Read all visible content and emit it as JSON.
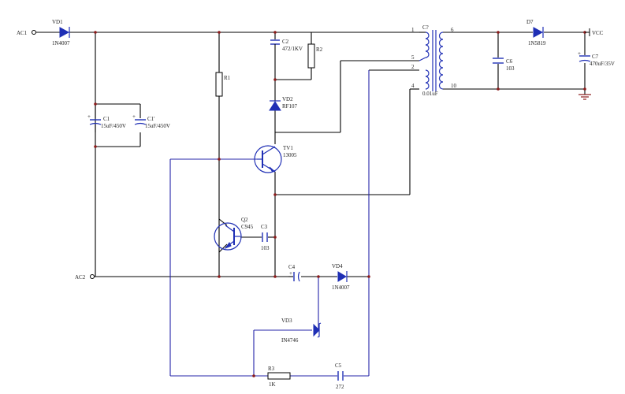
{
  "terminals": {
    "ac1": "AC1",
    "ac2": "AC2",
    "vcc": "VCC"
  },
  "vd1": {
    "ref": "VD1",
    "value": "1N4007"
  },
  "c1": {
    "ref": "C1",
    "value": "15uF/450V"
  },
  "c1p": {
    "ref": "C1'",
    "value": "15uF/450V"
  },
  "r1": {
    "ref": "R1"
  },
  "c2": {
    "ref": "C2",
    "value": "472/1KV"
  },
  "r2": {
    "ref": "R2"
  },
  "vd2": {
    "ref": "VD2",
    "value": "RF107"
  },
  "tv1": {
    "ref": "TV1",
    "value": "13005"
  },
  "q2": {
    "ref": "Q2",
    "value": "C945"
  },
  "c3": {
    "ref": "C3",
    "value": "103"
  },
  "c4": {
    "ref": "C4"
  },
  "vd4": {
    "ref": "VD4",
    "value": "1N4007"
  },
  "vd3": {
    "ref": "VD3",
    "value": "IN4746"
  },
  "r3": {
    "ref": "R3",
    "value": "1K"
  },
  "c5": {
    "ref": "C5",
    "value": "272"
  },
  "transformer": {
    "ref": "C?",
    "value": "0.01uF",
    "pins": [
      "1",
      "5",
      "2",
      "4",
      "6",
      "10"
    ]
  },
  "c6": {
    "ref": "C6",
    "value": "103"
  },
  "d7": {
    "ref": "D7",
    "value": "1N5819"
  },
  "c7": {
    "ref": "C7",
    "value": "470uF/35V"
  },
  "colors": {
    "wire": "#000000",
    "component": "#1f2fb5",
    "junction": "#8b1a1a"
  }
}
